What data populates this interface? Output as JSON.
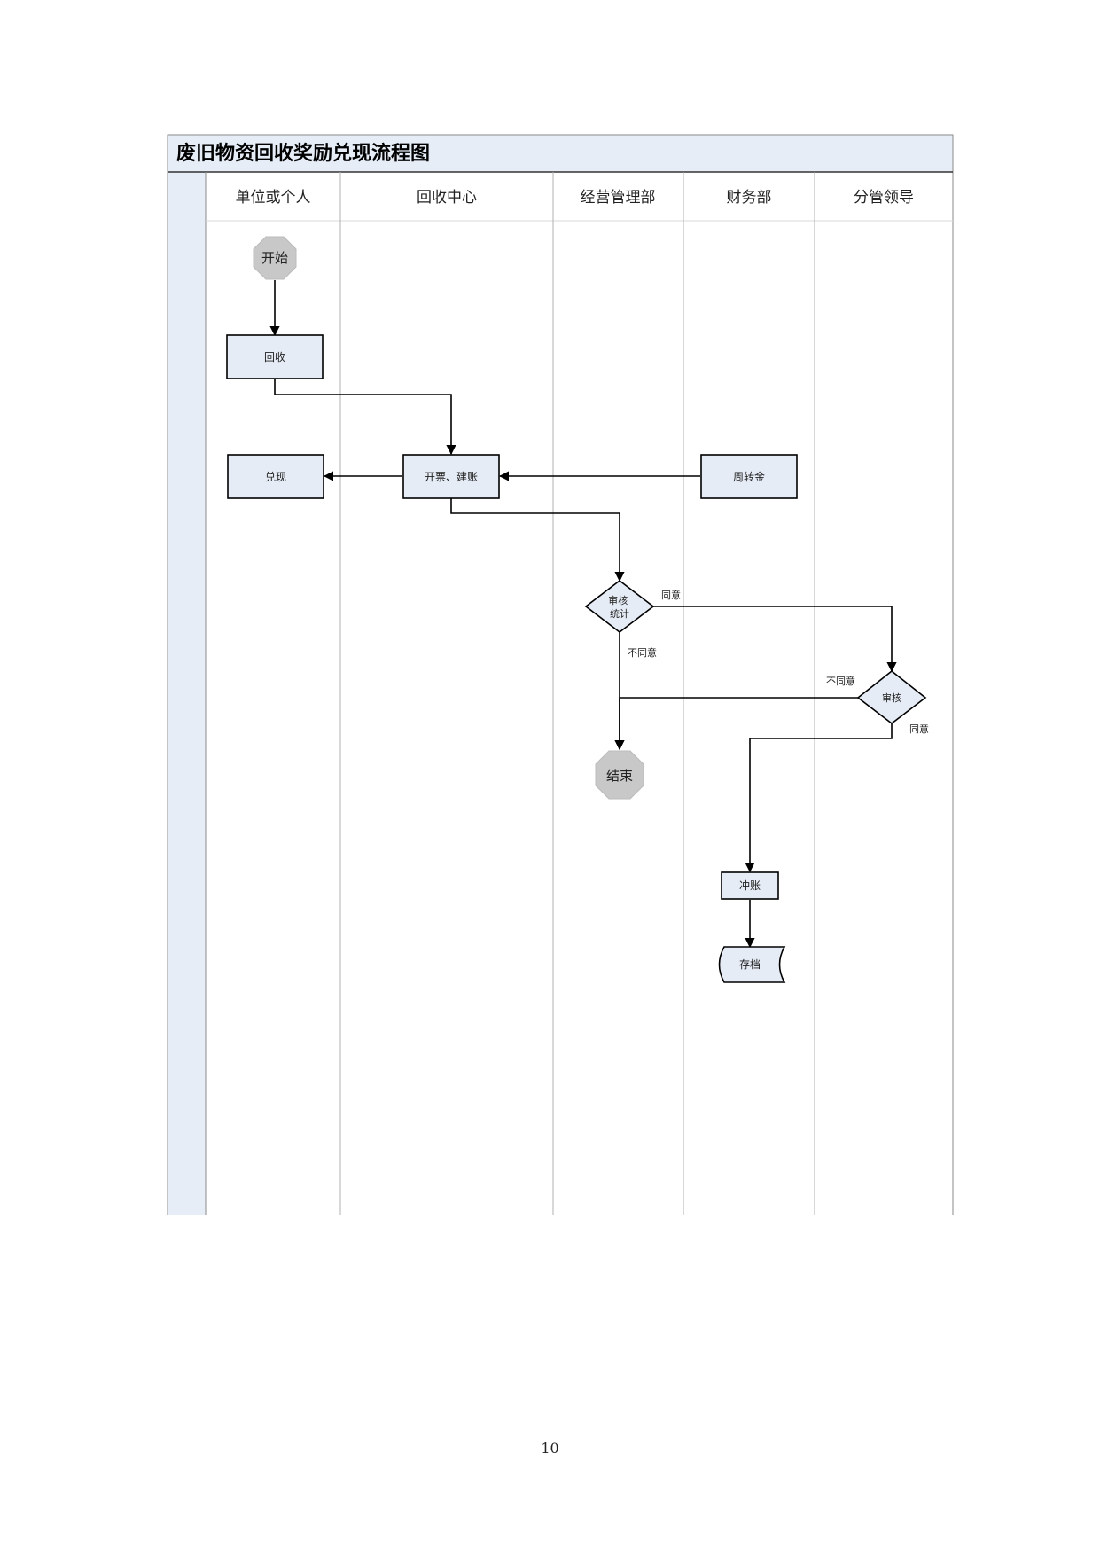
{
  "title": "废旧物资回收奖励兑现流程图",
  "lanes": [
    {
      "id": "lane-unit",
      "label": "单位或个人"
    },
    {
      "id": "lane-recycle",
      "label": "回收中心"
    },
    {
      "id": "lane-ops",
      "label": "经营管理部"
    },
    {
      "id": "lane-finance",
      "label": "财务部"
    },
    {
      "id": "lane-leader",
      "label": "分管领导"
    }
  ],
  "nodes": {
    "start": "开始",
    "recycle": "回收",
    "cashout": "兑现",
    "invoice": "开票、建账",
    "working_capital": "周转金",
    "review_stats": "审核统计",
    "leader_review": "审核",
    "end": "结束",
    "write_off": "冲账",
    "archive": "存档"
  },
  "edge_labels": {
    "agree_1": "同意",
    "disagree_1": "不同意",
    "disagree_2": "不同意",
    "agree_2": "同意"
  },
  "colors": {
    "header_fill": "#e6edf7",
    "box_fill": "#e6ecf6",
    "terminal_fill": "#c8c8c8",
    "line": "#000000",
    "lane_divider": "#b0b0b0"
  },
  "page_number": "10"
}
